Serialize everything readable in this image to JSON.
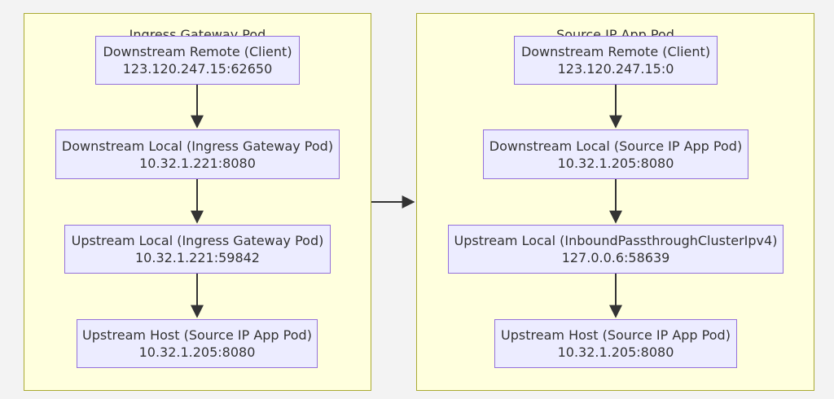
{
  "clusters": {
    "left": {
      "title": "Ingress Gateway Pod",
      "nodes": [
        {
          "label": "Downstream Remote (Client)",
          "address": "123.120.247.15:62650"
        },
        {
          "label": "Downstream Local (Ingress Gateway Pod)",
          "address": "10.32.1.221:8080"
        },
        {
          "label": "Upstream Local (Ingress Gateway Pod)",
          "address": "10.32.1.221:59842"
        },
        {
          "label": "Upstream Host (Source IP App Pod)",
          "address": "10.32.1.205:8080"
        }
      ]
    },
    "right": {
      "title": "Source IP App Pod",
      "nodes": [
        {
          "label": "Downstream Remote (Client)",
          "address": "123.120.247.15:0"
        },
        {
          "label": "Downstream Local (Source IP App Pod)",
          "address": "10.32.1.205:8080"
        },
        {
          "label": "Upstream Local (InboundPassthroughClusterIpv4)",
          "address": "127.0.0.6:58639"
        },
        {
          "label": "Upstream Host (Source IP App Pod)",
          "address": "10.32.1.205:8080"
        }
      ]
    }
  },
  "colors": {
    "background": "#f3f3f3",
    "cluster_fill": "#ffffde",
    "cluster_border": "#aaaa33",
    "node_fill": "#ececff",
    "node_border": "#9370db",
    "edge": "#333333"
  }
}
